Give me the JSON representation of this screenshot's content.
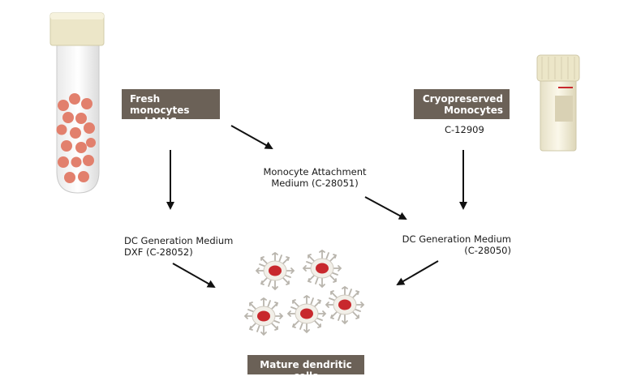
{
  "boxes": {
    "fresh": {
      "line1": "Fresh monocytes",
      "line2": "or hMNC"
    },
    "cryo": {
      "line1": "Cryopreserved",
      "line2": "Monocytes"
    },
    "mature": {
      "text": "Mature dendritic cells"
    }
  },
  "labels": {
    "cryo_code": "C-12909",
    "attachment": {
      "line1": "Monocyte Attachment",
      "line2": "Medium (C-28051)"
    },
    "dc_left": {
      "line1": "DC Generation Medium",
      "line2": "DXF (C-28052)"
    },
    "dc_right": {
      "line1": "DC Generation Medium",
      "line2": "(C-28050)"
    }
  },
  "colors": {
    "box_fill": "#6b6157",
    "cell_red": "#c8282d",
    "monocyte_salmon": "#e2806d",
    "tube_cap": "#ece6c8"
  },
  "icons": [
    "test-tube-icon",
    "cryovial-icon",
    "dendritic-cell-icon"
  ]
}
